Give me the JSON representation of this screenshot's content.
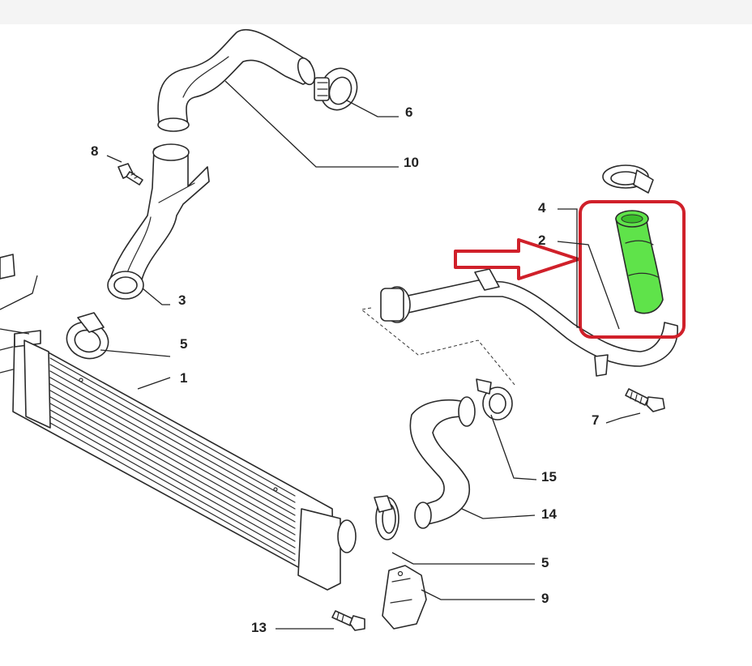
{
  "callouts": [
    {
      "id": "c1",
      "text": "1"
    },
    {
      "id": "c2",
      "text": "2"
    },
    {
      "id": "c3",
      "text": "3"
    },
    {
      "id": "c4",
      "text": "4"
    },
    {
      "id": "c5a",
      "text": "5"
    },
    {
      "id": "c5b",
      "text": "5"
    },
    {
      "id": "c6",
      "text": "6"
    },
    {
      "id": "c7",
      "text": "7"
    },
    {
      "id": "c8",
      "text": "8"
    },
    {
      "id": "c9",
      "text": "9"
    },
    {
      "id": "c10",
      "text": "10"
    },
    {
      "id": "c13",
      "text": "13"
    },
    {
      "id": "c14",
      "text": "14"
    },
    {
      "id": "c15",
      "text": "15"
    }
  ],
  "colors": {
    "highlight_box": "#d0202a",
    "highlight_arrow": "#d0202a",
    "highlighted_hose": "#5fe34a",
    "line": "#2a2a2a"
  }
}
